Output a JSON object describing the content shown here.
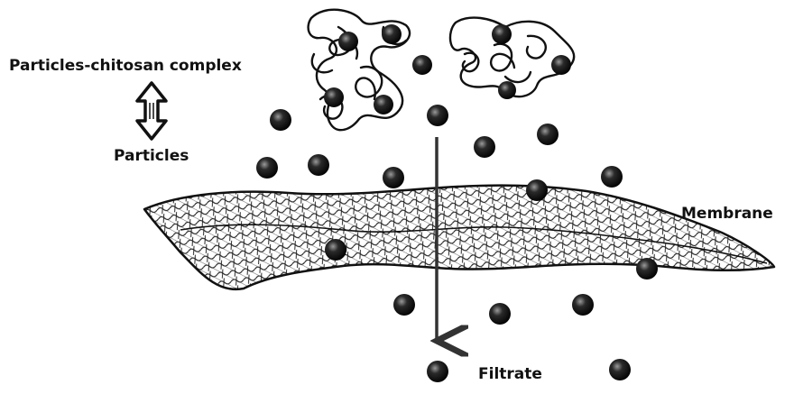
{
  "labels": {
    "complex": "Particles-chitosan complex",
    "particles": "Particles",
    "membrane": "Membrane",
    "filtrate": "Filtrate"
  },
  "colors": {
    "ink": "#111111",
    "particle": "#1a1a1a",
    "background": "#ffffff"
  }
}
